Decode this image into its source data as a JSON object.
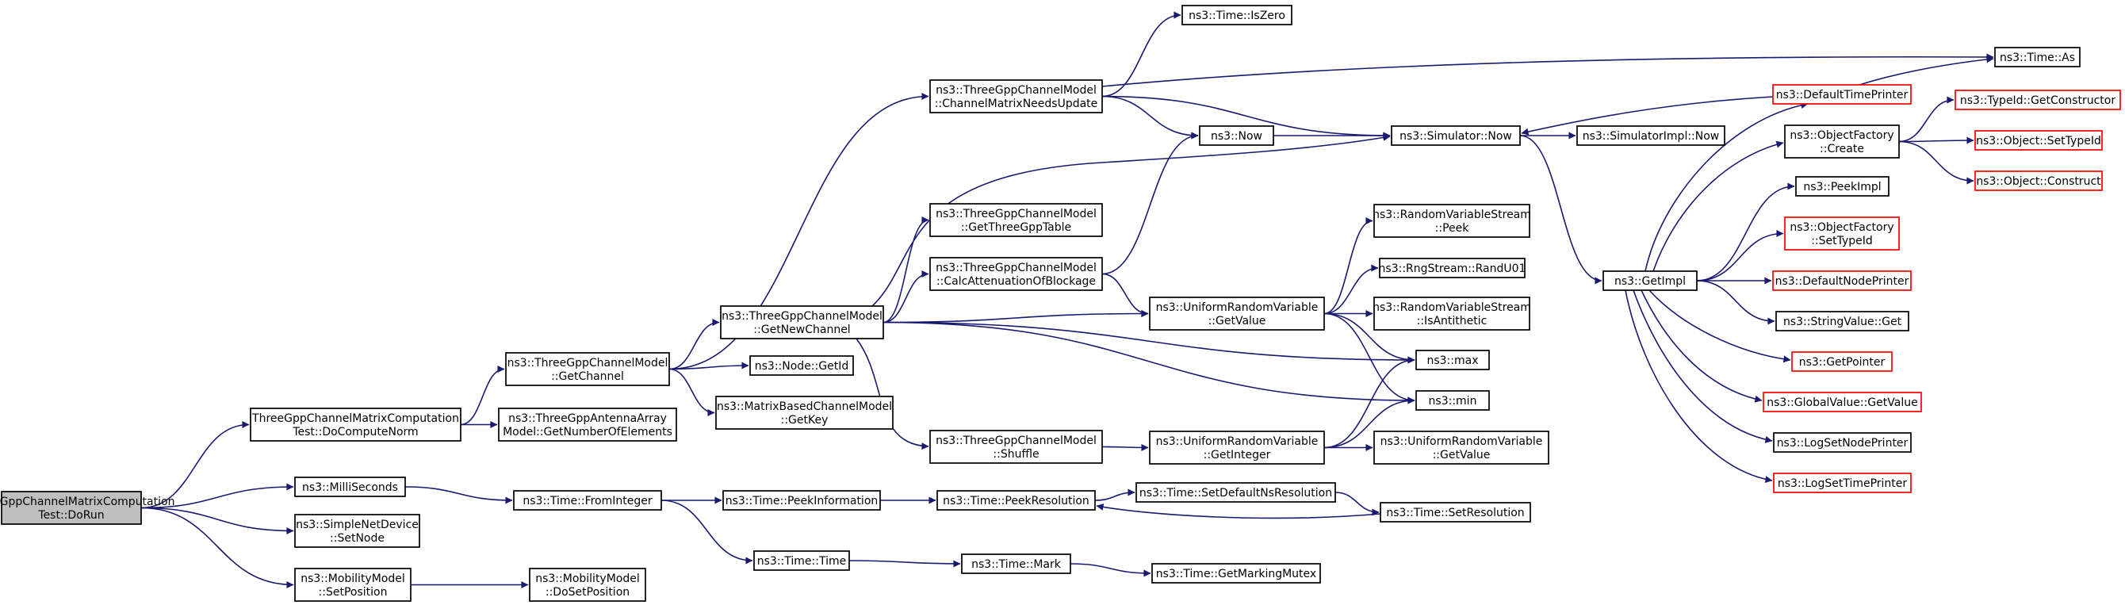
{
  "colors": {
    "edge": "#191970",
    "node_border": "#000000",
    "truncated_border": "#ff0000",
    "root_fill": "#bfbfbf",
    "node_fill": "#ffffff"
  },
  "nodes": [
    {
      "id": "n_dorun",
      "lines": [
        "ThreeGppChannelMatrixComputation",
        "Test::DoRun"
      ],
      "style": "root"
    },
    {
      "id": "n_docomputenorm",
      "lines": [
        "ThreeGppChannelMatrixComputation",
        "Test::DoComputeNorm"
      ],
      "style": "normal"
    },
    {
      "id": "n_milliseconds",
      "lines": [
        "ns3::MilliSeconds"
      ],
      "style": "normal"
    },
    {
      "id": "n_setnode",
      "lines": [
        "ns3::SimpleNetDevice",
        "::SetNode"
      ],
      "style": "normal"
    },
    {
      "id": "n_setposition",
      "lines": [
        "ns3::MobilityModel",
        "::SetPosition"
      ],
      "style": "normal"
    },
    {
      "id": "n_getchannel",
      "lines": [
        "ns3::ThreeGppChannelModel",
        "::GetChannel"
      ],
      "style": "normal"
    },
    {
      "id": "n_getnumberofelements",
      "lines": [
        "ns3::ThreeGppAntennaArray",
        "Model::GetNumberOfElements"
      ],
      "style": "normal"
    },
    {
      "id": "n_frominteger",
      "lines": [
        "ns3::Time::FromInteger"
      ],
      "style": "normal"
    },
    {
      "id": "n_dosetposition",
      "lines": [
        "ns3::MobilityModel",
        "::DoSetPosition"
      ],
      "style": "normal"
    },
    {
      "id": "n_channelmatrixneedsupdate",
      "lines": [
        "ns3::ThreeGppChannelModel",
        "::ChannelMatrixNeedsUpdate"
      ],
      "style": "normal"
    },
    {
      "id": "n_getnewchannel",
      "lines": [
        "ns3::ThreeGppChannelModel",
        "::GetNewChannel"
      ],
      "style": "normal"
    },
    {
      "id": "n_nodegetid",
      "lines": [
        "ns3::Node::GetId"
      ],
      "style": "normal"
    },
    {
      "id": "n_getkey",
      "lines": [
        "ns3::MatrixBasedChannelModel",
        "::GetKey"
      ],
      "style": "normal"
    },
    {
      "id": "n_peekinformation",
      "lines": [
        "ns3::Time::PeekInformation"
      ],
      "style": "normal"
    },
    {
      "id": "n_timetime",
      "lines": [
        "ns3::Time::Time"
      ],
      "style": "normal"
    },
    {
      "id": "n_iszero",
      "lines": [
        "ns3::Time::IsZero"
      ],
      "style": "normal"
    },
    {
      "id": "n_now",
      "lines": [
        "ns3::Now"
      ],
      "style": "normal"
    },
    {
      "id": "n_getthreegpptable",
      "lines": [
        "ns3::ThreeGppChannelModel",
        "::GetThreeGppTable"
      ],
      "style": "normal"
    },
    {
      "id": "n_calcattenuation",
      "lines": [
        "ns3::ThreeGppChannelModel",
        "::CalcAttenuationOfBlockage"
      ],
      "style": "normal"
    },
    {
      "id": "n_shuffle",
      "lines": [
        "ns3::ThreeGppChannelModel",
        "::Shuffle"
      ],
      "style": "normal"
    },
    {
      "id": "n_peekresolution",
      "lines": [
        "ns3::Time::PeekResolution"
      ],
      "style": "normal"
    },
    {
      "id": "n_mark",
      "lines": [
        "ns3::Time::Mark"
      ],
      "style": "normal"
    },
    {
      "id": "n_simulatornow",
      "lines": [
        "ns3::Simulator::Now"
      ],
      "style": "normal"
    },
    {
      "id": "n_urv_getvalue",
      "lines": [
        "ns3::UniformRandomVariable",
        "::GetValue"
      ],
      "style": "normal"
    },
    {
      "id": "n_urv_getinteger",
      "lines": [
        "ns3::UniformRandomVariable",
        "::GetInteger"
      ],
      "style": "normal"
    },
    {
      "id": "n_setdefaultnsresolution",
      "lines": [
        "ns3::Time::SetDefaultNsResolution"
      ],
      "style": "normal"
    },
    {
      "id": "n_getmarkingmutex",
      "lines": [
        "ns3::Time::GetMarkingMutex"
      ],
      "style": "normal"
    },
    {
      "id": "n_rvs_peek",
      "lines": [
        "ns3::RandomVariableStream",
        "::Peek"
      ],
      "style": "normal"
    },
    {
      "id": "n_randu01",
      "lines": [
        "ns3::RngStream::RandU01"
      ],
      "style": "normal"
    },
    {
      "id": "n_isantithetic",
      "lines": [
        "ns3::RandomVariableStream",
        "::IsAntithetic"
      ],
      "style": "normal"
    },
    {
      "id": "n_max",
      "lines": [
        "ns3::max"
      ],
      "style": "normal"
    },
    {
      "id": "n_min",
      "lines": [
        "ns3::min"
      ],
      "style": "normal"
    },
    {
      "id": "n_urv_getvalue2",
      "lines": [
        "ns3::UniformRandomVariable",
        "::GetValue"
      ],
      "style": "normal"
    },
    {
      "id": "n_setresolution",
      "lines": [
        "ns3::Time::SetResolution"
      ],
      "style": "normal"
    },
    {
      "id": "n_simulatorimplnow",
      "lines": [
        "ns3::SimulatorImpl::Now"
      ],
      "style": "normal"
    },
    {
      "id": "n_getimpl",
      "lines": [
        "ns3::GetImpl"
      ],
      "style": "normal"
    },
    {
      "id": "n_timeas",
      "lines": [
        "ns3::Time::As"
      ],
      "style": "normal"
    },
    {
      "id": "n_defaulttimeprinter",
      "lines": [
        "ns3::DefaultTimePrinter"
      ],
      "style": "truncated"
    },
    {
      "id": "n_objectfactorycreate",
      "lines": [
        "ns3::ObjectFactory",
        "::Create"
      ],
      "style": "normal"
    },
    {
      "id": "n_peekimpl",
      "lines": [
        "ns3::PeekImpl"
      ],
      "style": "normal"
    },
    {
      "id": "n_settypeid_factory",
      "lines": [
        "ns3::ObjectFactory",
        "::SetTypeId"
      ],
      "style": "truncated"
    },
    {
      "id": "n_defaultnodeprinter",
      "lines": [
        "ns3::DefaultNodePrinter"
      ],
      "style": "truncated"
    },
    {
      "id": "n_stringvalueget",
      "lines": [
        "ns3::StringValue::Get"
      ],
      "style": "normal"
    },
    {
      "id": "n_getpointer",
      "lines": [
        "ns3::GetPointer"
      ],
      "style": "truncated"
    },
    {
      "id": "n_globalvaluegetvalue",
      "lines": [
        "ns3::GlobalValue::GetValue"
      ],
      "style": "truncated"
    },
    {
      "id": "n_logsetnodeprinter",
      "lines": [
        "ns3::LogSetNodePrinter"
      ],
      "style": "normal"
    },
    {
      "id": "n_logsettimeprinter",
      "lines": [
        "ns3::LogSetTimePrinter"
      ],
      "style": "truncated"
    },
    {
      "id": "n_getconstructor",
      "lines": [
        "ns3::TypeId::GetConstructor"
      ],
      "style": "truncated"
    },
    {
      "id": "n_objectsettypeid",
      "lines": [
        "ns3::Object::SetTypeId"
      ],
      "style": "truncated"
    },
    {
      "id": "n_objectconstruct",
      "lines": [
        "ns3::Object::Construct"
      ],
      "style": "truncated"
    }
  ],
  "edges": [
    [
      "n_dorun",
      "n_docomputenorm"
    ],
    [
      "n_dorun",
      "n_milliseconds"
    ],
    [
      "n_dorun",
      "n_setnode"
    ],
    [
      "n_dorun",
      "n_setposition"
    ],
    [
      "n_docomputenorm",
      "n_getchannel"
    ],
    [
      "n_docomputenorm",
      "n_getnumberofelements"
    ],
    [
      "n_milliseconds",
      "n_frominteger"
    ],
    [
      "n_setposition",
      "n_dosetposition"
    ],
    [
      "n_getchannel",
      "n_channelmatrixneedsupdate"
    ],
    [
      "n_getchannel",
      "n_getnewchannel"
    ],
    [
      "n_getchannel",
      "n_nodegetid"
    ],
    [
      "n_getchannel",
      "n_getkey"
    ],
    [
      "n_frominteger",
      "n_peekinformation"
    ],
    [
      "n_frominteger",
      "n_timetime"
    ],
    [
      "n_channelmatrixneedsupdate",
      "n_iszero"
    ],
    [
      "n_channelmatrixneedsupdate",
      "n_timeas"
    ],
    [
      "n_channelmatrixneedsupdate",
      "n_simulatornow"
    ],
    [
      "n_channelmatrixneedsupdate",
      "n_now"
    ],
    [
      "n_getnewchannel",
      "n_getthreegpptable"
    ],
    [
      "n_getnewchannel",
      "n_calcattenuation"
    ],
    [
      "n_getnewchannel",
      "n_simulatornow"
    ],
    [
      "n_getnewchannel",
      "n_urv_getvalue"
    ],
    [
      "n_getnewchannel",
      "n_max"
    ],
    [
      "n_getnewchannel",
      "n_min"
    ],
    [
      "n_getnewchannel",
      "n_shuffle"
    ],
    [
      "n_calcattenuation",
      "n_now"
    ],
    [
      "n_calcattenuation",
      "n_urv_getvalue"
    ],
    [
      "n_shuffle",
      "n_urv_getinteger"
    ],
    [
      "n_peekinformation",
      "n_peekresolution"
    ],
    [
      "n_timetime",
      "n_mark"
    ],
    [
      "n_mark",
      "n_getmarkingmutex"
    ],
    [
      "n_peekresolution",
      "n_setdefaultnsresolution"
    ],
    [
      "n_setdefaultnsresolution",
      "n_setresolution"
    ],
    [
      "n_setresolution",
      "n_peekresolution"
    ],
    [
      "n_now",
      "n_simulatornow"
    ],
    [
      "n_urv_getvalue",
      "n_rvs_peek"
    ],
    [
      "n_urv_getvalue",
      "n_randu01"
    ],
    [
      "n_urv_getvalue",
      "n_isantithetic"
    ],
    [
      "n_urv_getvalue",
      "n_max"
    ],
    [
      "n_urv_getvalue",
      "n_min"
    ],
    [
      "n_urv_getinteger",
      "n_max"
    ],
    [
      "n_urv_getinteger",
      "n_min"
    ],
    [
      "n_urv_getinteger",
      "n_urv_getvalue2"
    ],
    [
      "n_simulatornow",
      "n_simulatorimplnow"
    ],
    [
      "n_simulatornow",
      "n_getimpl"
    ],
    [
      "n_defaulttimeprinter",
      "n_timeas"
    ],
    [
      "n_defaulttimeprinter",
      "n_simulatornow"
    ],
    [
      "n_getimpl",
      "n_defaulttimeprinter"
    ],
    [
      "n_getimpl",
      "n_objectfactorycreate"
    ],
    [
      "n_getimpl",
      "n_peekimpl"
    ],
    [
      "n_getimpl",
      "n_settypeid_factory"
    ],
    [
      "n_getimpl",
      "n_defaultnodeprinter"
    ],
    [
      "n_getimpl",
      "n_stringvalueget"
    ],
    [
      "n_getimpl",
      "n_getpointer"
    ],
    [
      "n_getimpl",
      "n_globalvaluegetvalue"
    ],
    [
      "n_getimpl",
      "n_logsetnodeprinter"
    ],
    [
      "n_getimpl",
      "n_logsettimeprinter"
    ],
    [
      "n_objectfactorycreate",
      "n_getconstructor"
    ],
    [
      "n_objectfactorycreate",
      "n_objectsettypeid"
    ],
    [
      "n_objectfactorycreate",
      "n_objectconstruct"
    ]
  ]
}
